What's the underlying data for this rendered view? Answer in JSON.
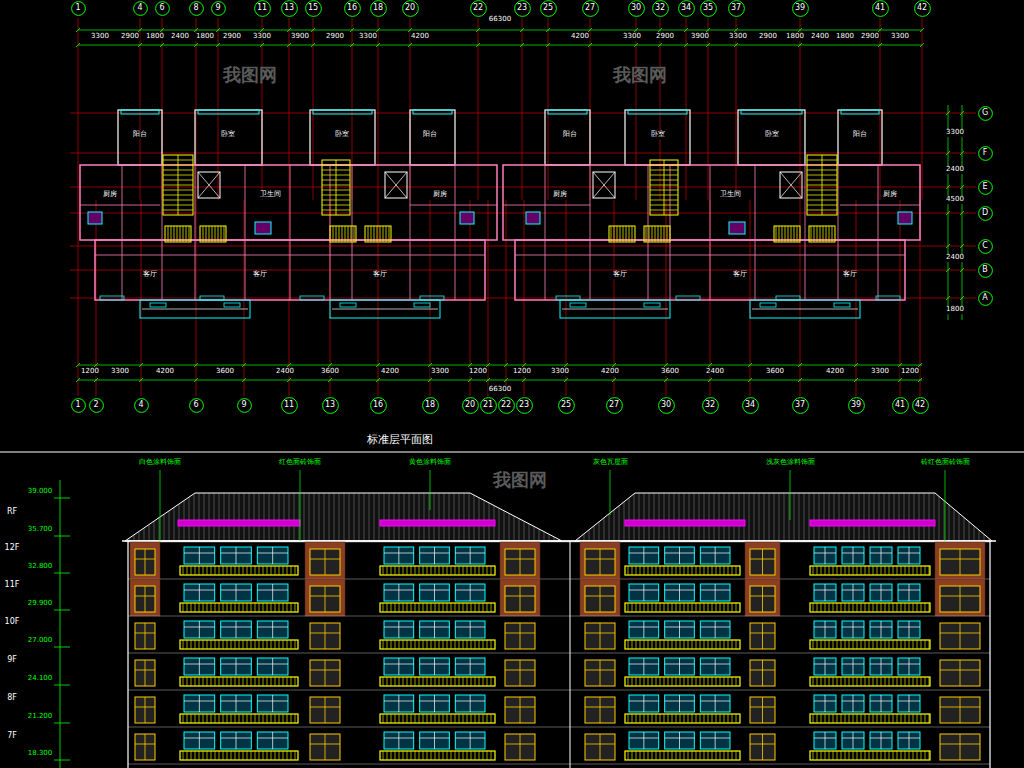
{
  "diagram": {
    "caption": "标准层平面图",
    "nodes": [
      {
        "text": [
          "1"
        ]
      },
      {
        "text": [
          "4"
        ]
      },
      {
        "text": [
          "6"
        ]
      },
      {
        "text": [
          "8"
        ]
      },
      {
        "text": [
          "9"
        ]
      },
      {
        "text": [
          "11"
        ]
      },
      {
        "text": [
          "13"
        ]
      },
      {
        "text": [
          "15"
        ]
      },
      {
        "text": [
          "16"
        ]
      },
      {
        "text": [
          "18"
        ]
      },
      {
        "text": [
          "20"
        ]
      },
      {
        "text": [
          "22"
        ]
      },
      {
        "text": [
          "23"
        ]
      },
      {
        "text": [
          "25"
        ]
      },
      {
        "text": [
          "27"
        ]
      },
      {
        "text": [
          "30"
        ]
      },
      {
        "text": [
          "32"
        ]
      },
      {
        "text": [
          "34"
        ]
      },
      {
        "text": [
          "35"
        ]
      },
      {
        "text": [
          "37"
        ]
      },
      {
        "text": [
          "39"
        ]
      },
      {
        "text": [
          "41"
        ]
      },
      {
        "text": [
          "42"
        ]
      },
      {
        "text": [
          "1"
        ]
      },
      {
        "text": [
          "2"
        ]
      },
      {
        "text": [
          "4"
        ]
      },
      {
        "text": [
          "6"
        ]
      },
      {
        "text": [
          "9"
        ]
      },
      {
        "text": [
          "11"
        ]
      },
      {
        "text": [
          "13"
        ]
      },
      {
        "text": [
          "16"
        ]
      },
      {
        "text": [
          "18"
        ]
      },
      {
        "text": [
          "20"
        ]
      },
      {
        "text": [
          "21"
        ]
      },
      {
        "text": [
          "22"
        ]
      },
      {
        "text": [
          "23"
        ]
      },
      {
        "text": [
          "25"
        ]
      },
      {
        "text": [
          "27"
        ]
      },
      {
        "text": [
          "30"
        ]
      },
      {
        "text": [
          "32"
        ]
      },
      {
        "text": [
          "34"
        ]
      },
      {
        "text": [
          "37"
        ]
      },
      {
        "text": [
          "39"
        ]
      },
      {
        "text": [
          "41"
        ]
      },
      {
        "text": [
          "42"
        ]
      },
      {
        "text": [
          "G"
        ]
      },
      {
        "text": [
          "F"
        ]
      },
      {
        "text": [
          "E"
        ]
      },
      {
        "text": [
          "D"
        ]
      },
      {
        "text": [
          "C"
        ]
      },
      {
        "text": [
          "B"
        ]
      },
      {
        "text": [
          "A"
        ]
      }
    ],
    "labels": [
      "66300",
      "3300",
      "2900",
      "1800",
      "2400",
      "1800",
      "2900",
      "3300",
      "3900",
      "2900",
      "3300",
      "4200",
      "4200",
      "3300",
      "2900",
      "3900",
      "3300",
      "2900",
      "1800",
      "2400",
      "1800",
      "2900",
      "3300",
      "66300",
      "1200",
      "3300",
      "4200",
      "3600",
      "2400",
      "3600",
      "4200",
      "3300",
      "1200",
      "1200",
      "3300",
      "4200",
      "3600",
      "2400",
      "3600",
      "4200",
      "3300",
      "1200",
      "3300",
      "2400",
      "4500",
      "2400",
      "1800",
      "阳台",
      "卧室",
      "卧室",
      "阳台",
      "卫生间",
      "厨房",
      "厨房",
      "客厅",
      "客厅",
      "客厅",
      "阳台",
      "卧室",
      "卧室",
      "阳台",
      "卫生间",
      "厨房",
      "厨房",
      "客厅",
      "客厅",
      "客厅",
      "我图网",
      "我图网",
      "我图网",
      "白色涂料饰面",
      "红色面砖饰面",
      "黄色涂料饰面",
      "灰色瓦屋面",
      "浅灰色涂料饰面",
      "砖红色面砖饰面",
      "RF",
      "12F",
      "11F",
      "10F",
      "9F",
      "8F",
      "7F",
      "39.000",
      "35.700",
      "32.800",
      "29.900",
      "27.000",
      "24.100",
      "21.200",
      "18.300"
    ]
  }
}
